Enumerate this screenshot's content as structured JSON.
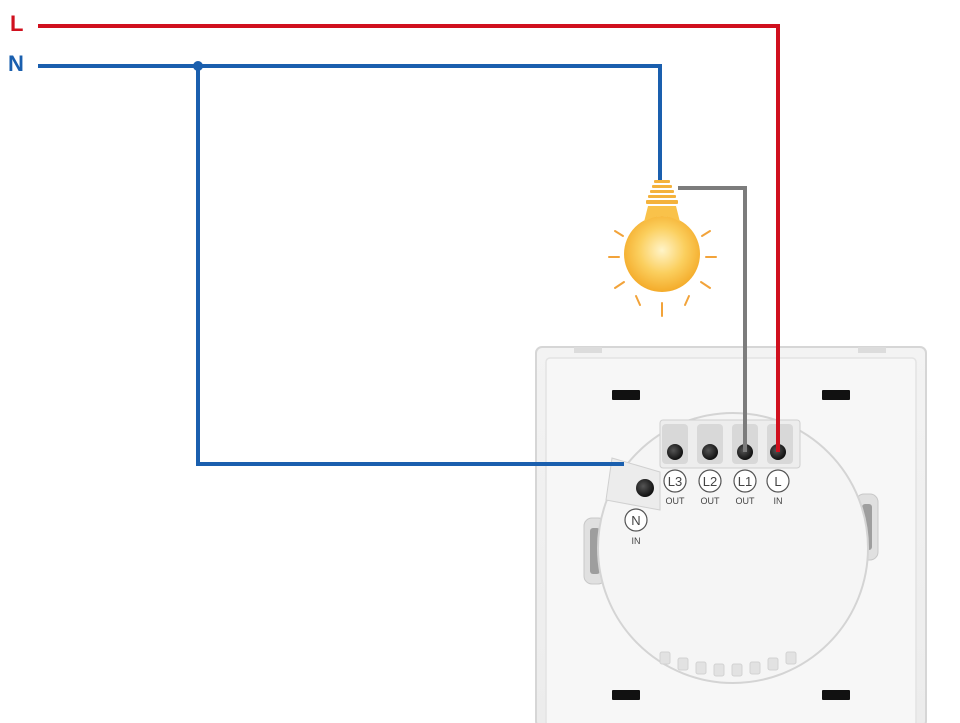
{
  "wires": {
    "live_label": "L",
    "neutral_label": "N",
    "live_color": "#d0101e",
    "neutral_color": "#1a5fae",
    "load_color": "#7c7c7c"
  },
  "bulb": {
    "icon": "light-bulb-icon",
    "glow_color": "#f7b733"
  },
  "switch": {
    "terminals": [
      {
        "label": "L3",
        "sub": "OUT"
      },
      {
        "label": "L2",
        "sub": "OUT"
      },
      {
        "label": "L1",
        "sub": "OUT"
      },
      {
        "label": "L",
        "sub": "IN"
      }
    ],
    "neutral_terminal": {
      "label": "N",
      "sub": "IN"
    }
  }
}
